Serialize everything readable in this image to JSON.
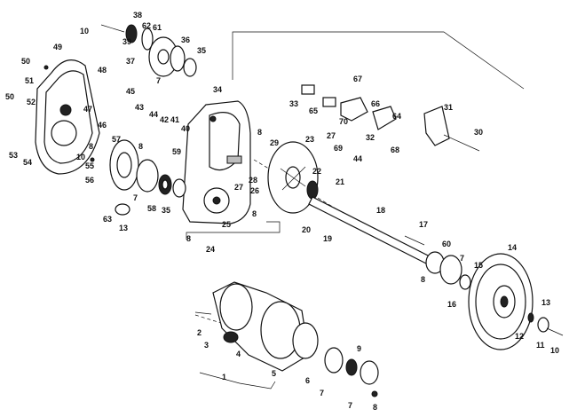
{
  "callouts": [
    {
      "id": "c1",
      "label": "10"
    },
    {
      "id": "c2",
      "label": "38"
    },
    {
      "id": "c3",
      "label": "62"
    },
    {
      "id": "c4",
      "label": "61"
    },
    {
      "id": "c5",
      "label": "39"
    },
    {
      "id": "c6",
      "label": "36"
    },
    {
      "id": "c7",
      "label": "35"
    },
    {
      "id": "c8",
      "label": "37"
    },
    {
      "id": "c9",
      "label": "7"
    },
    {
      "id": "c10",
      "label": "49"
    },
    {
      "id": "c11",
      "label": "50"
    },
    {
      "id": "c12",
      "label": "48"
    },
    {
      "id": "c13",
      "label": "51"
    },
    {
      "id": "c14",
      "label": "50"
    },
    {
      "id": "c15",
      "label": "52"
    },
    {
      "id": "c16",
      "label": "45"
    },
    {
      "id": "c17",
      "label": "47"
    },
    {
      "id": "c18",
      "label": "43"
    },
    {
      "id": "c19",
      "label": "34"
    },
    {
      "id": "c20",
      "label": "46"
    },
    {
      "id": "c21",
      "label": "44"
    },
    {
      "id": "c22",
      "label": "42"
    },
    {
      "id": "c23",
      "label": "41"
    },
    {
      "id": "c24",
      "label": "40"
    },
    {
      "id": "c25",
      "label": "53"
    },
    {
      "id": "c26",
      "label": "54"
    },
    {
      "id": "c27",
      "label": "8"
    },
    {
      "id": "c28",
      "label": "57"
    },
    {
      "id": "c29",
      "label": "10"
    },
    {
      "id": "c30",
      "label": "55"
    },
    {
      "id": "c31",
      "label": "59"
    },
    {
      "id": "c32",
      "label": "8"
    },
    {
      "id": "c33",
      "label": "56"
    },
    {
      "id": "c34",
      "label": "7"
    },
    {
      "id": "c35",
      "label": "58"
    },
    {
      "id": "c36",
      "label": "35"
    },
    {
      "id": "c37",
      "label": "63"
    },
    {
      "id": "c38",
      "label": "13"
    },
    {
      "id": "c39",
      "label": "8"
    },
    {
      "id": "c40",
      "label": "29"
    },
    {
      "id": "c41",
      "label": "23"
    },
    {
      "id": "c42",
      "label": "28"
    },
    {
      "id": "c43",
      "label": "27"
    },
    {
      "id": "c44",
      "label": "26"
    },
    {
      "id": "c45",
      "label": "8"
    },
    {
      "id": "c46",
      "label": "25"
    },
    {
      "id": "c47",
      "label": "8"
    },
    {
      "id": "c48",
      "label": "24"
    },
    {
      "id": "c49",
      "label": "33"
    },
    {
      "id": "c50",
      "label": "65"
    },
    {
      "id": "c51",
      "label": "67"
    },
    {
      "id": "c52",
      "label": "70"
    },
    {
      "id": "c53",
      "label": "66"
    },
    {
      "id": "c54",
      "label": "64"
    },
    {
      "id": "c55",
      "label": "31"
    },
    {
      "id": "c56",
      "label": "30"
    },
    {
      "id": "c57",
      "label": "27"
    },
    {
      "id": "c58",
      "label": "32"
    },
    {
      "id": "c59",
      "label": "69"
    },
    {
      "id": "c60",
      "label": "44"
    },
    {
      "id": "c61",
      "label": "68"
    },
    {
      "id": "c62",
      "label": "22"
    },
    {
      "id": "c63",
      "label": "21"
    },
    {
      "id": "c64",
      "label": "18"
    },
    {
      "id": "c65",
      "label": "20"
    },
    {
      "id": "c66",
      "label": "19"
    },
    {
      "id": "c67",
      "label": "17"
    },
    {
      "id": "c68",
      "label": "60"
    },
    {
      "id": "c69",
      "label": "7"
    },
    {
      "id": "c70",
      "label": "14"
    },
    {
      "id": "c71",
      "label": "15"
    },
    {
      "id": "c72",
      "label": "8"
    },
    {
      "id": "c73",
      "label": "16"
    },
    {
      "id": "c74",
      "label": "13"
    },
    {
      "id": "c75",
      "label": "12"
    },
    {
      "id": "c76",
      "label": "11"
    },
    {
      "id": "c77",
      "label": "10"
    },
    {
      "id": "c78",
      "label": "2"
    },
    {
      "id": "c79",
      "label": "3"
    },
    {
      "id": "c80",
      "label": "4"
    },
    {
      "id": "c81",
      "label": "5"
    },
    {
      "id": "c82",
      "label": "1"
    },
    {
      "id": "c83",
      "label": "6"
    },
    {
      "id": "c84",
      "label": "7"
    },
    {
      "id": "c85",
      "label": "9"
    },
    {
      "id": "c86",
      "label": "7"
    },
    {
      "id": "c87",
      "label": "8"
    }
  ]
}
